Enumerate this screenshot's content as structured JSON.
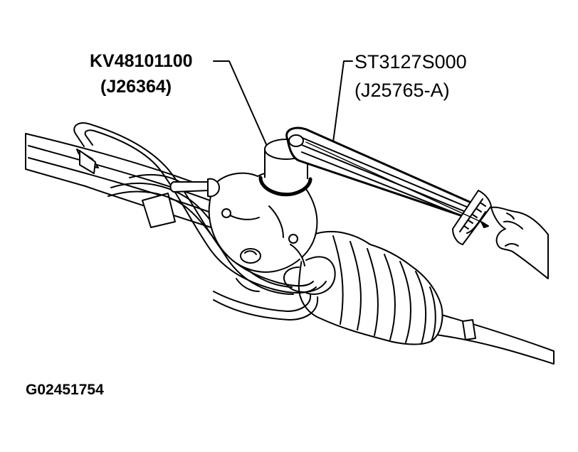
{
  "callouts": {
    "tool_a": {
      "part_number": "KV48101100",
      "alt_number": "(J26364)"
    },
    "tool_b": {
      "part_number": "ST3127S000",
      "alt_number": "(J25765-A)"
    }
  },
  "figure_id": "G02451754",
  "colors": {
    "line": "#000000",
    "background": "#ffffff"
  }
}
